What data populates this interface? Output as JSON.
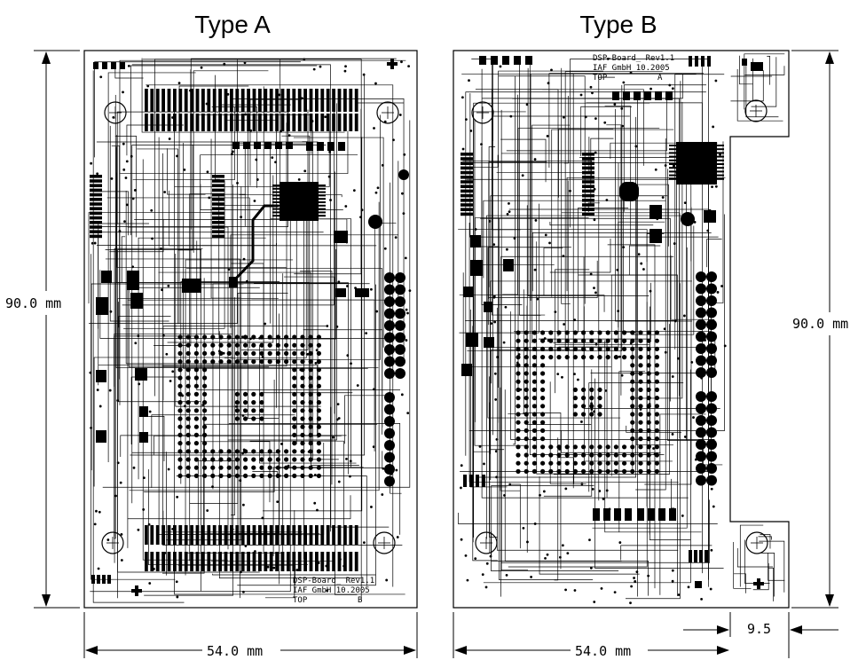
{
  "boards": [
    {
      "title": "Type A",
      "silkscreen": [
        "DSP-Board_ Rev1.1",
        "IAF GmbH 10.2005",
        "TOP",
        "B"
      ]
    },
    {
      "title": "Type B",
      "silkscreen": [
        "DSP-Board_ Rev1.1",
        "IAF GmbH 10.2005",
        "TOP",
        "A"
      ]
    }
  ],
  "dimensions": {
    "height_a": "90.0 mm",
    "height_b": "90.0 mm",
    "width_a": "54.0 mm",
    "width_b": "54.0 mm",
    "offset_b": "9.5"
  },
  "colors": {
    "ink": "#000000",
    "background": "#ffffff"
  }
}
